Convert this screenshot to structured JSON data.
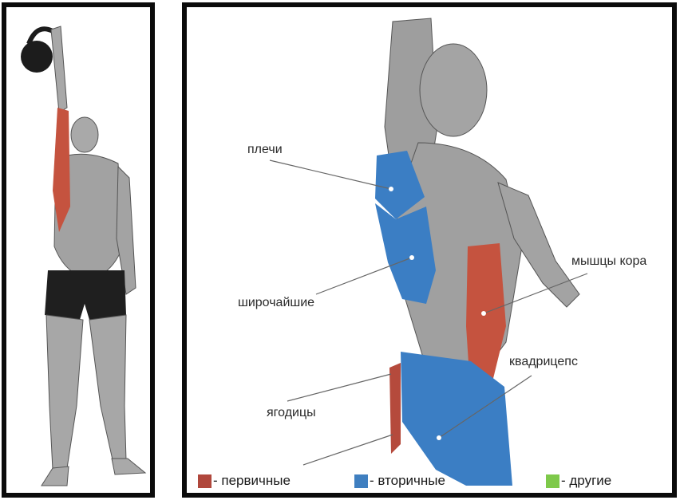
{
  "labels": {
    "shoulders": "плечи",
    "lats": "широчайшие",
    "core": "мышцы кора",
    "quads": "квадрицепс",
    "glutes": "ягодицы"
  },
  "legend": [
    {
      "text": "- первичные",
      "color": "#b0473c"
    },
    {
      "text": "- вторичные",
      "color": "#3f7fc0"
    },
    {
      "text": "- другие",
      "color": "#7ec94a"
    }
  ],
  "colors": {
    "primary_muscle": "#c5533f",
    "secondary_muscle": "#3b7ec4",
    "body": "#9a9a9a",
    "border": "#0b0b0b"
  }
}
